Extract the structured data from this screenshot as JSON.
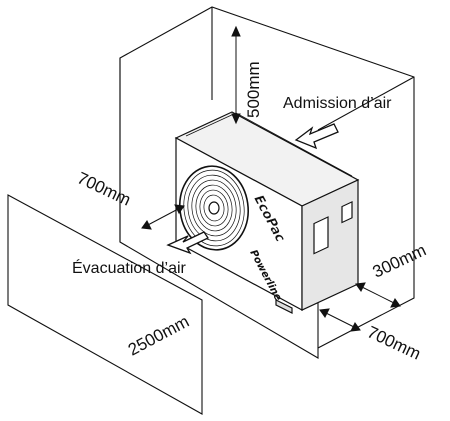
{
  "labels": {
    "clearance_top": "500mm",
    "air_intake": "Admission d’air",
    "clearance_front_left": "700mm",
    "air_outlet": "Évacuation d’air",
    "clearance_rear": "300mm",
    "clearance_right": "700mm",
    "clearance_front": "2500mm"
  },
  "unit_branding": {
    "model": "EcoPac",
    "series": "Powerline"
  }
}
